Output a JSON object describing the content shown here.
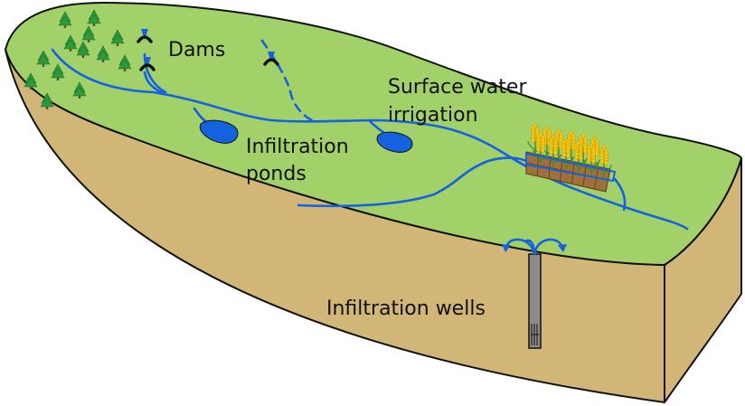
{
  "labels": {
    "dams": "Dams",
    "surface_line1": "Surface water",
    "surface_line2": "irrigation",
    "ponds_line1": "Infiltration",
    "ponds_line2": "ponds",
    "wells": "Infiltration wells"
  },
  "colors": {
    "ground": "#d2b677",
    "surface": "#a2d16a",
    "water": "#1462e0",
    "tree": "#2e9a3a",
    "trunk": "#6b4a2a",
    "crop": "#f2c919",
    "crop_bed": "#a0703a",
    "well": "#8c8c8c",
    "outline": "#111111"
  },
  "icons": [
    "tree-icon",
    "dam-icon",
    "pond-icon",
    "crop-icon",
    "well-icon",
    "fountain-icon"
  ]
}
